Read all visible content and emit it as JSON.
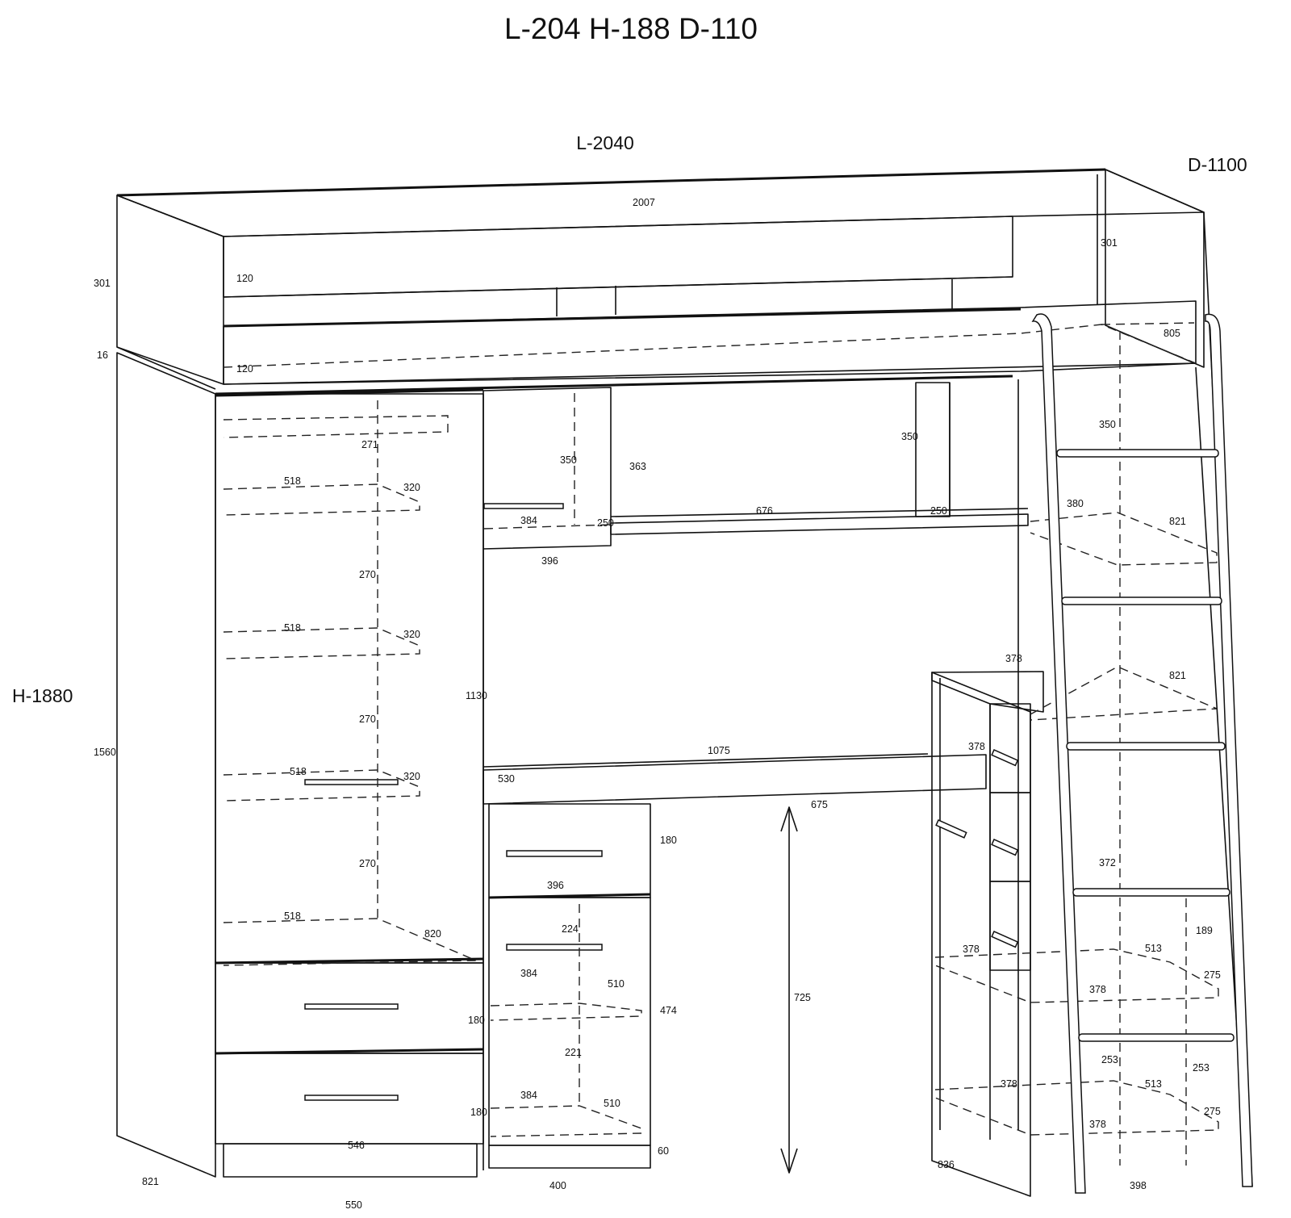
{
  "title": "L-204 H-188 D-110",
  "overall": {
    "length": "L-2040",
    "height": "H-1880",
    "depth": "D-1100"
  },
  "dimensions": {
    "top_length": "2007",
    "rail_left": "301",
    "rail_right": "301",
    "board_thickness": "16",
    "guard_upper": "120",
    "guard_lower": "120",
    "bed_depth": "805",
    "total_lower_height": "1560",
    "wardrobe_inner_depth": "821",
    "wardrobe_width": "550",
    "wardrobe_shelf_top": "271",
    "wardrobe_shelf_1_width": "518",
    "wardrobe_shelf_1_depth": "320",
    "wardrobe_gap_1": "270",
    "wardrobe_shelf_2_width": "518",
    "wardrobe_shelf_2_depth": "320",
    "wardrobe_gap_2": "270",
    "wardrobe_shelf_3_width": "518",
    "wardrobe_shelf_3_depth": "320",
    "wardrobe_gap_3": "270",
    "wardrobe_shelf_4_width": "518",
    "wardrobe_shelf_4_depth": "820",
    "wardrobe_door_height": "1130",
    "drawer_1_height": "180",
    "drawer_2_height": "180",
    "drawer_width": "546",
    "upper_cubby_height": "350",
    "upper_cubby_open_height": "363",
    "upper_cubby_shelf": "384",
    "upper_cubby_depth": "250",
    "upper_cubby_width": "396",
    "upper_open_shelf_width": "676",
    "upper_open_shelf_depth": "250",
    "upper_right_cubby_height": "350",
    "desk_width": "1075",
    "desk_depth": "530",
    "desk_right_depth": "675",
    "desk_clearance": "725",
    "ped_drawer_height": "180",
    "ped_drawer_width": "396",
    "ped_inner_height_1": "224",
    "ped_shelf_1_width": "384",
    "ped_shelf_1_depth": "510",
    "ped_height": "474",
    "ped_inner_height_2": "221",
    "ped_shelf_2_width": "384",
    "ped_shelf_2_depth": "510",
    "ped_plinth": "60",
    "ped_width": "400",
    "right_cab_top_width": "378",
    "right_cab_drawer_width": "378",
    "right_cab_shelf_1": "378",
    "right_cab_shelf_2": "378",
    "right_cab_depth": "836",
    "right_upper_height": "350",
    "right_upper_shelf_width": "380",
    "right_upper_shelf_depth": "821",
    "right_mid_shelf_depth": "821",
    "right_lower_height": "372",
    "right_low_gap": "189",
    "right_low_shelf_1_depth": "513",
    "right_low_shelf_1_depth_b": "275",
    "right_low_shelf_1_width": "378",
    "right_gap_left": "253",
    "right_gap_right": "253",
    "right_low_shelf_2_depth": "513",
    "right_low_shelf_2_depth_b": "275",
    "right_low_shelf_2_width": "378",
    "right_bottom_width": "398"
  }
}
